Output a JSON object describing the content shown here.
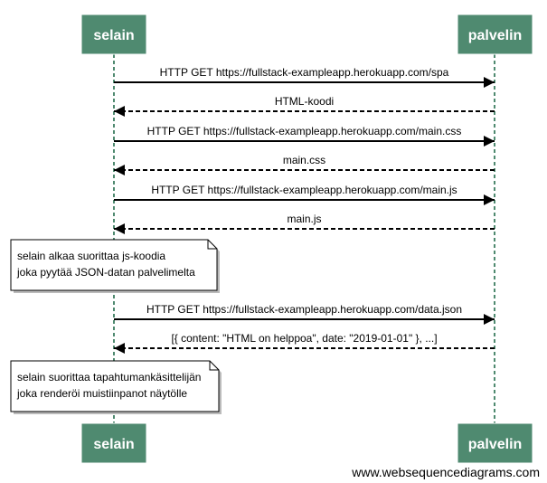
{
  "colors": {
    "actor_fill": "#4f8a70",
    "lifeline": "#4f8a70",
    "arrow": "#000000",
    "note_fill": "#ffffff"
  },
  "actors": [
    {
      "id": "selain",
      "label": "selain"
    },
    {
      "id": "palvelin",
      "label": "palvelin"
    }
  ],
  "steps": [
    {
      "kind": "message",
      "from": "selain",
      "to": "palvelin",
      "style": "solid",
      "label": "HTTP GET https://fullstack-exampleapp.herokuapp.com/spa"
    },
    {
      "kind": "message",
      "from": "palvelin",
      "to": "selain",
      "style": "dashed",
      "label": "HTML-koodi"
    },
    {
      "kind": "message",
      "from": "selain",
      "to": "palvelin",
      "style": "solid",
      "label": "HTTP GET https://fullstack-exampleapp.herokuapp.com/main.css"
    },
    {
      "kind": "message",
      "from": "palvelin",
      "to": "selain",
      "style": "dashed",
      "label": "main.css"
    },
    {
      "kind": "message",
      "from": "selain",
      "to": "palvelin",
      "style": "solid",
      "label": "HTTP GET https://fullstack-exampleapp.herokuapp.com/main.js"
    },
    {
      "kind": "message",
      "from": "palvelin",
      "to": "selain",
      "style": "dashed",
      "label": "main.js"
    },
    {
      "kind": "note",
      "over": "selain",
      "lines": [
        "selain alkaa suorittaa js-koodia",
        "joka pyytää JSON-datan palvelimelta"
      ]
    },
    {
      "kind": "message",
      "from": "selain",
      "to": "palvelin",
      "style": "solid",
      "label": "HTTP GET https://fullstack-exampleapp.herokuapp.com/data.json"
    },
    {
      "kind": "message",
      "from": "palvelin",
      "to": "selain",
      "style": "dashed",
      "label": "[{ content: \"HTML on helppoa\", date: \"2019-01-01\" }, ...]"
    },
    {
      "kind": "note",
      "over": "selain",
      "lines": [
        "selain suorittaa tapahtumankäsittelijän",
        "joka renderöi muistiinpanot näytölle"
      ]
    }
  ],
  "watermark": "www.websequencediagrams.com"
}
